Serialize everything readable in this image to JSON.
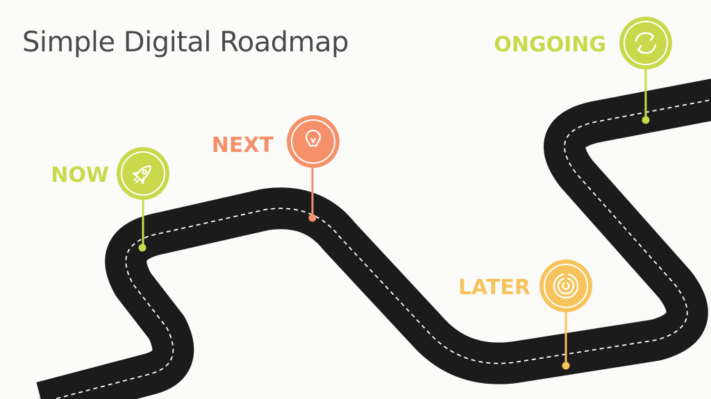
{
  "title": "Simple Digital Roadmap",
  "milestones": [
    {
      "id": "now",
      "label": "NOW",
      "icon": "rocket-icon",
      "color": "#c8d94c"
    },
    {
      "id": "next",
      "label": "NEXT",
      "icon": "lightbulb-icon",
      "color": "#f4916a"
    },
    {
      "id": "later",
      "label": "LATER",
      "icon": "target-icon",
      "color": "#f7c35d"
    },
    {
      "id": "ongoing",
      "label": "ONGOING",
      "icon": "refresh-icon",
      "color": "#c8d94c"
    }
  ],
  "road": {
    "color": "#1b1b1b",
    "lane_color": "#ffffff"
  }
}
